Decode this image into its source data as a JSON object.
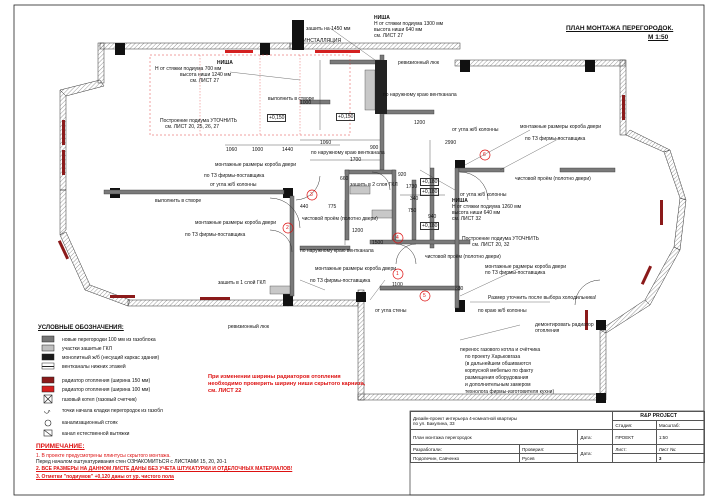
{
  "sheet": {
    "title_line1": "ПЛАН МОНТАЖА ПЕРЕГОРОДОК.",
    "title_line2": "М 1:50"
  },
  "annotations": {
    "zashit_1450": "зашить на 1450 мм",
    "installation": "ИНСТАЛЛЯЦИЯ",
    "nisha_top": "НИША",
    "nisha_top_l1": "Н от стяжки подиума 1300 мм",
    "nisha_top_l2": "высота ниши 640 мм",
    "nisha_top_l3": "см. ЛИСТ 27",
    "nisha_left": "НИША",
    "nisha_left_l1": "Н от стяжки подиума 700 мм",
    "nisha_left_l2": "высота ниши 1240 мм",
    "nisha_left_l3": "см. ЛИСТ 27",
    "revision_hatch": "ревизионный люк",
    "vypolnit_v_stvore": "выполнить в створе",
    "po_naruzh_ventkanal": "по наружному краю вентканала",
    "postroenie_podiuma": "Построение подиума УТОЧНИТЬ",
    "postroenie_listy": "см. ЛИСТ 20, 25, 26, 27",
    "level_1": "+0,150",
    "level_2": "+0,150",
    "po_naruzh_ventkanal2": "по наружному краю вентканала",
    "ot_ugla_kolonny": "от угла ж/б колонны",
    "montazhnye_razmery": "монтажные размеры короба двери",
    "po_tz_firmy": "по ТЗ фирмы-поставщика",
    "chistovoy_proem": "чистовой проём (полотно двери)",
    "zashit_2_sloya": "зашить в 2 слоя ГКЛ",
    "level_3": "+0,180",
    "level_4": "+0,180",
    "level_5": "+0,180",
    "nisha_right": "НИША",
    "nisha_right_l1": "Н от стяжки подиума 1260 мм",
    "nisha_right_l2": "высота ниши 640 мм",
    "nisha_right_l3": "см. ЛИСТ 32",
    "postroenie_podiuma2": "Построение подиума УТОЧНИТЬ",
    "postroenie_listy2": "см. ЛИСТ 20, 32",
    "zashit_1_sloy": "зашить в 1 слой ГКЛ",
    "ot_ugla_steny": "от угла стены",
    "ot_ugla_kolonny2": "от угла ж/б колонны",
    "rasshirenie": "Размер уточнить после выбора холодильника!",
    "po_krayu_kolonny": "по краю ж/б колонны",
    "demontirovat": "демонтировать радиатор отопления",
    "perenos_l1": "перенос газового котла и счётчика",
    "perenos_l2": "по проекту Харьковгаза",
    "perenos_l3": "(в дальнейшем обшиваются",
    "perenos_l4": "корпусной мебелью по факту",
    "perenos_l5": "размещения оборудования",
    "perenos_l6": "и дополнительным замером",
    "perenos_l7": "технолога фирмы-изготовителя кухни)",
    "warning_l1": "При изменении ширины радиаторов отопления",
    "warning_l2": "необходимо проверить ширину ниши скрытого карниза,",
    "warning_l3": "см. ЛИСТ 22",
    "dims": [
      "1060",
      "1000",
      "1440",
      "1060",
      "900",
      "1200",
      "1700",
      "2990",
      "440",
      "660",
      "775",
      "1200",
      "1500",
      "750",
      "340",
      "940",
      "1730",
      "1100",
      "880",
      "1000",
      "920"
    ]
  },
  "markers": [
    "1",
    "2",
    "3",
    "4",
    "5",
    "6"
  ],
  "legend": {
    "title": "УСЛОВНЫЕ ОБОЗНАЧЕНИЯ:",
    "items": [
      {
        "label": "новые перегородки 100 мм из газоблока",
        "color": "#777777"
      },
      {
        "label": "участки зашитые ГКЛ",
        "color": "#c0c0c0"
      },
      {
        "label": "монолитный ж/б (несущий каркас здания)",
        "color": "#1a1a1a"
      },
      {
        "label": "вентканалы нижних этажей",
        "color": "#ffffff"
      },
      {
        "label": "радиатор отопления (ширина 150 мм)",
        "color": "#8b1a1a"
      },
      {
        "label": "радиатор отопления (ширина 100 мм)",
        "color": "#d42020"
      },
      {
        "label": "газовый котел (газовый счетчик)",
        "color": "#ffffff"
      },
      {
        "label": "точки начала кладки перегородок из газобл",
        "color": "#ffffff"
      },
      {
        "label": "канализационный стояк",
        "color": "#ffffff"
      },
      {
        "label": "канал естественной вытяжки",
        "color": "#ffffff"
      }
    ]
  },
  "notes": {
    "title": "ПРИМЕЧАНИЕ:",
    "n1": "1. В проекте предусмотрены плинтусы скрытого монтажа.",
    "n1b": "Перед началом оштукатуривания стен ОЗНАКОМИТЬСЯ с ЛИСТАМИ 15, 20, 20-1",
    "n2": "2. ВСЕ РАЗМЕРЫ НА ДАННОМ ЛИСТЕ ДАНЫ БЕЗ УЧЕТА ШТУКАТУРКИ И ОТДЕЛОЧНЫХ МАТЕРИАЛОВ!",
    "n3": "3. Отметки \"подиумов\" +0,120 даны от ур. чистого пола"
  },
  "stamp": {
    "project": "Дизайн-проект интерьера 4-комнатной квартиры",
    "address": "по ул. Бакулина, 33",
    "sheet_name": "План монтажа перегородок",
    "date_label": "Дата:",
    "date_label2": "Дата:",
    "developed_label": "Разработали:",
    "developers": "Подопечин, Савченко",
    "checked_label": "Проверил:",
    "checker": "Русев",
    "company": "R&P PROJECT",
    "stage_label": "Стадия:",
    "stage": "ПРОЕКТ",
    "scale_label": "Масштаб:",
    "scale": "1:50",
    "list_label": "Лист:",
    "list_count_label": "Лист №:",
    "list_no": "3"
  }
}
